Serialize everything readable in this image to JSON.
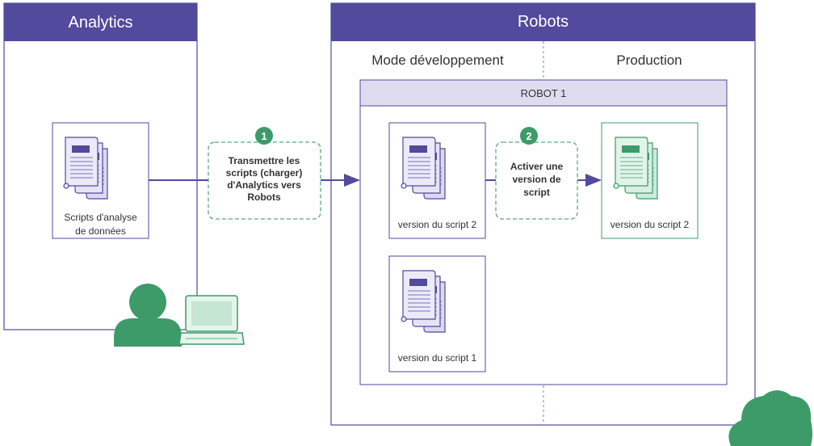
{
  "analytics": {
    "title": "Analytics",
    "script_box_label_line1": "Scripts d'analyse",
    "script_box_label_line2": "de données"
  },
  "robots": {
    "title": "Robots",
    "dev_mode_label": "Mode développement",
    "production_label": "Production",
    "robot_title": "ROBOT 1",
    "dev_scripts": [
      {
        "label": "version du script 2"
      },
      {
        "label": "version du script 1"
      }
    ],
    "prod_script": {
      "label": "version du script 2"
    }
  },
  "steps": [
    {
      "number": "1",
      "lines": [
        "Transmettre les",
        "scripts (charger)",
        "d'Analytics vers",
        "Robots"
      ]
    },
    {
      "number": "2",
      "lines": [
        "Activer une",
        "version de",
        "script"
      ]
    }
  ],
  "icons": {
    "user": "user-icon",
    "laptop": "laptop-icon",
    "cloud": "cloud-icon",
    "document": "document-stack-icon"
  },
  "colors": {
    "purple": "#514a9d",
    "purple_light": "#e0dcf0",
    "green": "#3d9b6a",
    "green_light": "#d6eee0",
    "step_border": "#5aaa7c"
  }
}
